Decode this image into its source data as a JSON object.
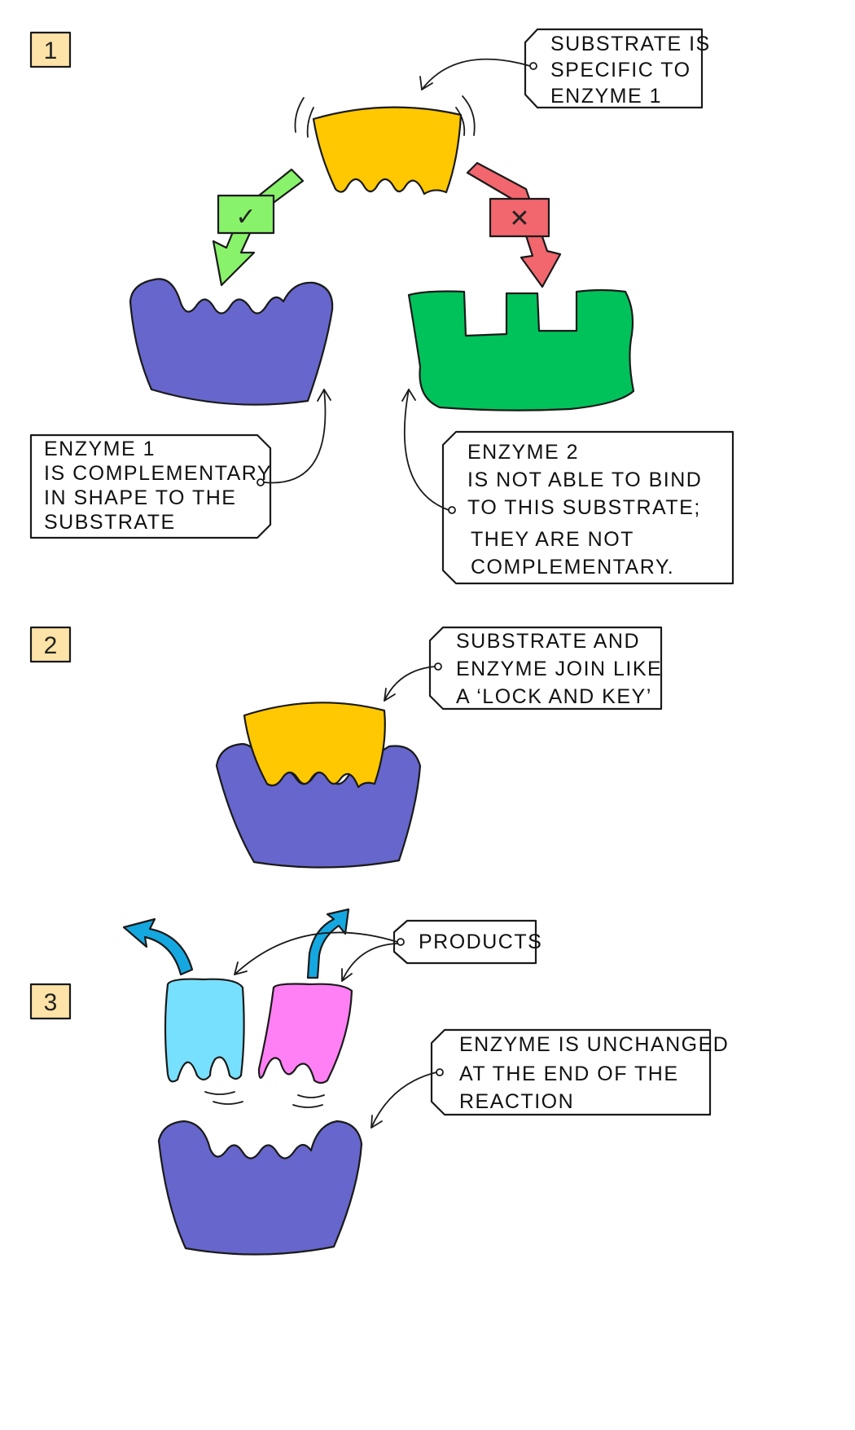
{
  "steps": [
    "1",
    "2",
    "3"
  ],
  "labels": {
    "substrate_specific": [
      "SUBSTRATE IS",
      "SPECIFIC  TO",
      "ENZYME 1"
    ],
    "enzyme1_complementary": [
      "ENZYME 1",
      "IS COMPLEMENTARY",
      "IN SHAPE  TO THE",
      "SUBSTRATE"
    ],
    "enzyme2_not_able": [
      "ENZYME 2",
      "IS NOT ABLE TO BIND",
      "TO THIS SUBSTRATE;",
      "THEY ARE NOT",
      "COMPLEMENTARY."
    ],
    "lock_and_key": [
      "SUBSTRATE  AND",
      "ENZYME JOIN LIKE",
      "A ‘LOCK AND KEY’"
    ],
    "products": [
      "PRODUCTS"
    ],
    "enzyme_unchanged": [
      "ENZYME IS  UNCHANGED",
      "AT THE END OF THE",
      "REACTION"
    ]
  },
  "marks": {
    "tick": "✓",
    "cross": "✕"
  },
  "colors": {
    "substrate": "#ffc800",
    "enzyme_1": "#6666cc",
    "enzyme_2": "#00c25a",
    "tick_arrow": "#88f26a",
    "cross_arrow": "#f2666e",
    "product_1": "#78e0ff",
    "product_2": "#ff80f4",
    "release_arrow": "#15a8e0",
    "step_box": "#fde3a7"
  },
  "icons": [
    "check-icon",
    "cross-icon",
    "release-arrow-icon"
  ]
}
